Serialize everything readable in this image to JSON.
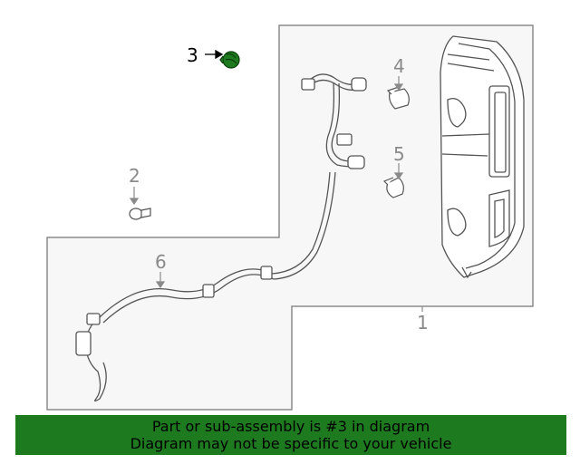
{
  "callouts": {
    "c1": "1",
    "c2": "2",
    "c3": "3",
    "c4": "4",
    "c5": "5",
    "c6": "6"
  },
  "highlight_color": "#1e7a1e",
  "banner": {
    "line1": "Part or sub-assembly is #3 in diagram",
    "line2": "Diagram may not be specific to your vehicle"
  }
}
